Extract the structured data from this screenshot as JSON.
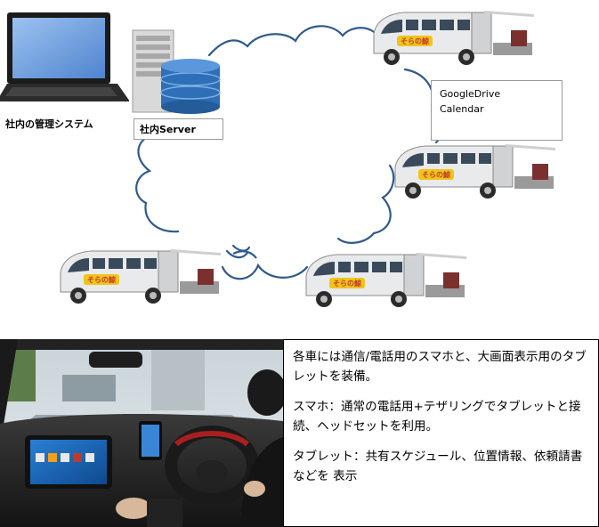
{
  "labels": {
    "internal_system": "社内の管理システム",
    "internal_server": "社内Server",
    "google_drive": "GoogleDrive",
    "calendar": "Calendar"
  },
  "van": {
    "logo_text": "そらの鯨"
  },
  "description": {
    "line1": "各車には通信/電話用のスマホと、大画面表示用のタブレットを装備。",
    "line2": "スマホ：通常の電話用+テザリングでタブレットと接続、ヘッドセットを利用。",
    "line3": "タブレット：共有スケジュール、位置情報、依頼請書 などを 表示"
  },
  "colors": {
    "cloud_stroke": "#2f5b8c",
    "database_blue": "#2e6fb8",
    "van_body": "#e8eaec",
    "logo_fill": "#f0c419",
    "screen_blue": "#1a66b8"
  }
}
